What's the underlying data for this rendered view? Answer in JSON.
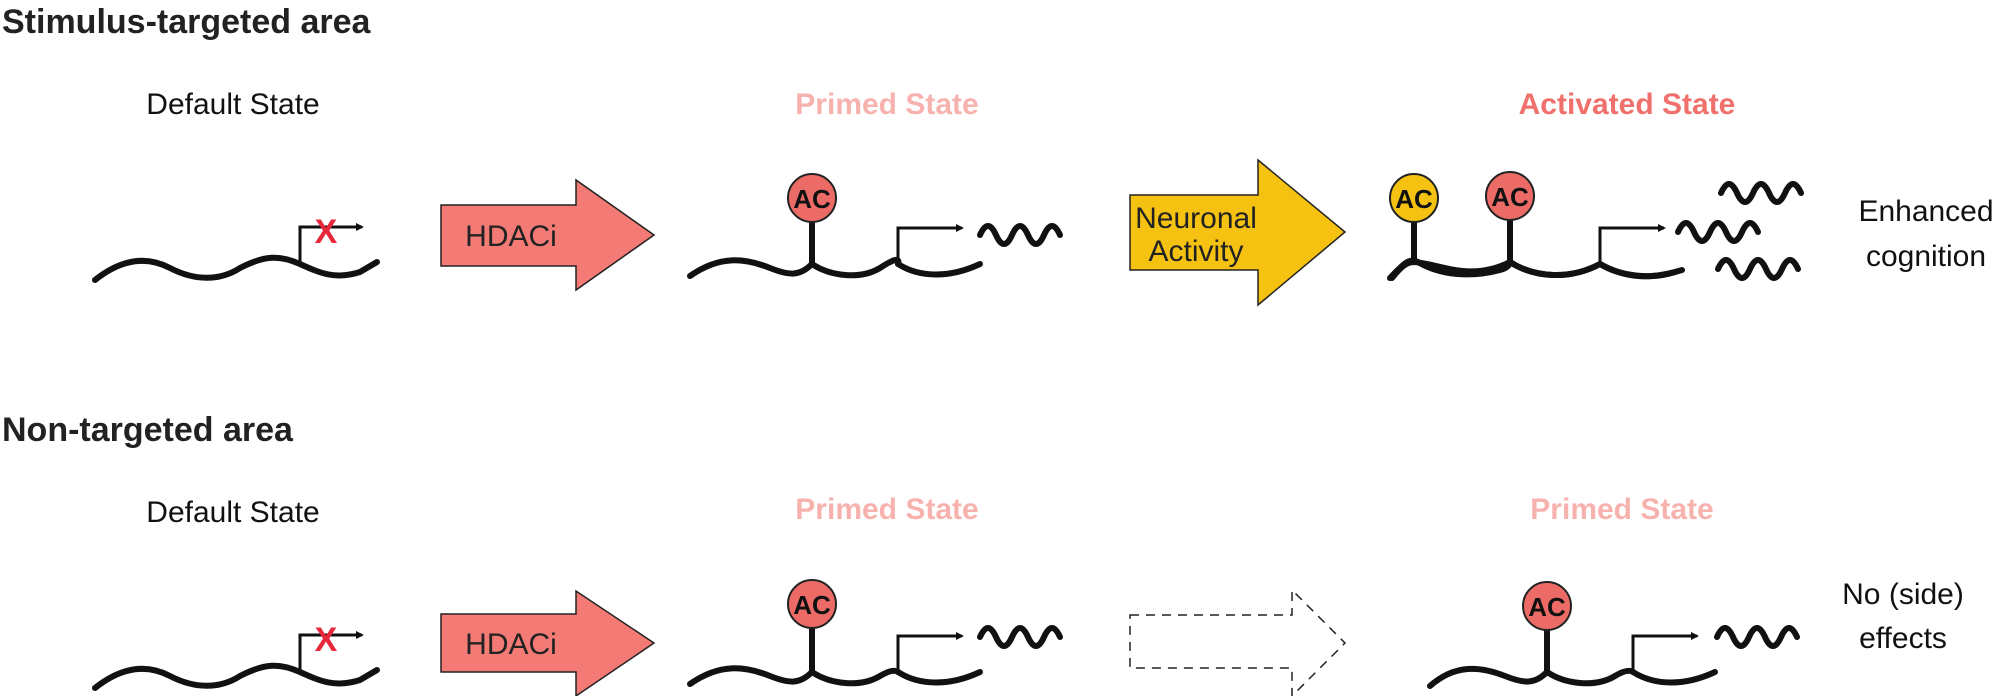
{
  "colors": {
    "salmon": "#f37a75",
    "primed_text": "#f7b2ae",
    "activated_text": "#f0706b",
    "ac_red": "#ec6b66",
    "ac_yellow": "#f5c211",
    "x_mark": "#e8273a",
    "line": "#111111"
  },
  "sections": [
    {
      "title": "Stimulus-targeted area",
      "states": [
        "Default State",
        "Primed State",
        "Activated State"
      ],
      "arrow1_label": "HDACi",
      "arrow2_label_lines": [
        "Neuronal",
        "Activity"
      ],
      "ac_labels": [
        "AC",
        "AC",
        "AC"
      ],
      "outcome_lines": [
        "Enhanced",
        "cognition"
      ]
    },
    {
      "title": "Non-targeted area",
      "states": [
        "Default State",
        "Primed State",
        "Primed State"
      ],
      "arrow1_label": "HDACi",
      "ac_labels": [
        "AC",
        "AC"
      ],
      "outcome_lines": [
        "No (side)",
        "effects"
      ]
    }
  ]
}
